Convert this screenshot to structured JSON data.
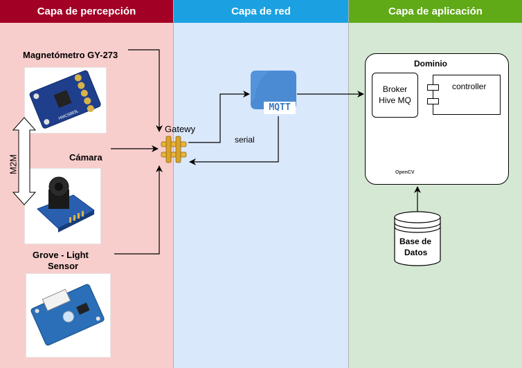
{
  "lanes": [
    {
      "title": "Capa de percepción",
      "header_color": "#a20025",
      "bg_color": "#f8cecc"
    },
    {
      "title": "Capa de red",
      "header_color": "#1ba1e2",
      "bg_color": "#dae8fc"
    },
    {
      "title": "Capa de aplicación",
      "header_color": "#60a917",
      "bg_color": "#d5e8d4"
    }
  ],
  "perception": {
    "magnetometer_label": "Magnetómetro GY-273",
    "magnetometer_chip_text": "HMC5883L",
    "camera_label": "Cámara",
    "light_sensor_label_line1": "Grove - Light",
    "light_sensor_label_line2": "Sensor",
    "m2m_label": "M2M",
    "gateway_label": "Gatewy"
  },
  "network": {
    "mqtt_label": "MQTT",
    "serial_label": "serial"
  },
  "application": {
    "domain_title": "Dominio",
    "broker_line1": "Broker",
    "broker_line2": "Hive MQ",
    "controller_label": "controller",
    "opencv_label": "OpenCV",
    "database_line1": "Base de",
    "database_line2": "Datos"
  },
  "icons": {
    "gateway": "gateway-icon",
    "mqtt": "mqtt-node-icon",
    "opencv": "opencv-logo",
    "python": "python-logo",
    "database": "database-cylinder-icon"
  }
}
